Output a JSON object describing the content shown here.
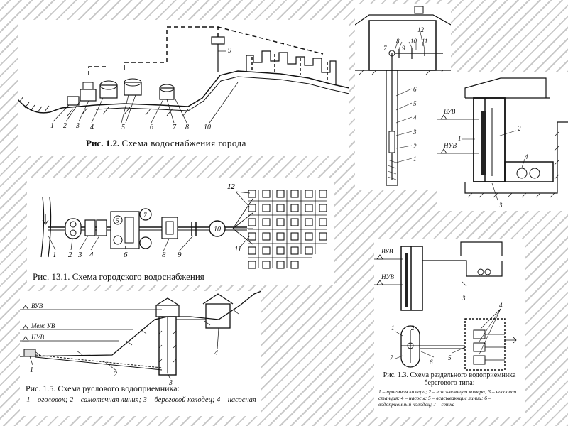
{
  "fig12": {
    "caption_num": "Рис. 1.2.",
    "caption_text": "Схема водоснабжения города",
    "numbers": [
      "1",
      "2",
      "3",
      "4",
      "5",
      "6",
      "7",
      "8",
      "9",
      "10"
    ]
  },
  "fig131": {
    "caption": "Рис. 13.1. Схема городского водоснабжения",
    "numbers": [
      "1",
      "2",
      "3",
      "4",
      "5",
      "6",
      "7",
      "8",
      "9",
      "10",
      "11",
      "12"
    ]
  },
  "fig15": {
    "caption": "Рис. 1.5. Схема руслового водоприемника:",
    "legend": "1 – оголовок; 2 – самотечная линия; 3 – береговой колодец; 4 – насосная",
    "levels": [
      "ВУВ",
      "Меж УВ",
      "НУВ"
    ],
    "numbers": [
      "1",
      "2",
      "3",
      "4"
    ]
  },
  "fig_well": {
    "numbers": [
      "7",
      "8",
      "9",
      "10",
      "11",
      "12",
      "6",
      "5",
      "4",
      "3",
      "2",
      "1"
    ]
  },
  "fig_shore": {
    "levels": [
      "ВУВ",
      "НУВ"
    ],
    "numbers": [
      "1",
      "2",
      "3",
      "4"
    ]
  },
  "fig13": {
    "caption": "Рис. 1.3. Схема раздельного водоприемника берегового типа:",
    "legend": "1 – приемная камера; 2 – всасывающая камера; 3 – насосная станция; 4 – насосы; 5 – всасывающие линии; 6 – водоприемный колодец; 7 – сетка",
    "levels": [
      "ВУВ",
      "НУВ"
    ],
    "numbers": [
      "1",
      "2",
      "7",
      "6",
      "3",
      "4",
      "5"
    ]
  }
}
